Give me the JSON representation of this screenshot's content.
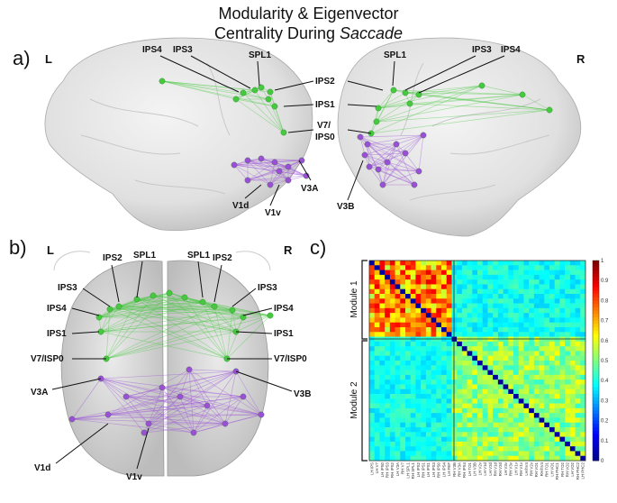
{
  "title": {
    "line1": "Modularity & Eigenvector",
    "line2_plain": "Centrality During ",
    "line2_italic": "Saccade"
  },
  "panels": {
    "a": "a)",
    "b": "b)",
    "c": "c)"
  },
  "sides": {
    "left": "L",
    "right": "R"
  },
  "panel_a": {
    "left_labels": [
      "IPS4",
      "IPS3",
      "SPL1",
      "IPS2",
      "IPS1",
      "V7/",
      "IPS0",
      "V3A",
      "V1d",
      "V1v"
    ],
    "right_labels": [
      "SPL1",
      "IPS3",
      "IPS4",
      "V3B"
    ]
  },
  "panel_b": {
    "left_labels": [
      "IPS2",
      "SPL1",
      "IPS3",
      "IPS4",
      "IPS1",
      "V7/ISP0",
      "V3A",
      "V1d",
      "V1v"
    ],
    "right_labels": [
      "SPL1",
      "IPS2",
      "IPS3",
      "IPS4",
      "IPS1",
      "V7/ISP0",
      "V3B"
    ]
  },
  "panel_c": {
    "module_labels": [
      "Module 1",
      "Module 2"
    ],
    "colorbar_ticks": [
      "1",
      "0.9",
      "0.8",
      "0.7",
      "0.6",
      "0.5",
      "0.4",
      "0.3",
      "0.2",
      "0.1",
      "0"
    ],
    "region_labels": [
      "LH IPS",
      "LH V7",
      "LH IPS0",
      "RH IPS3",
      "RH IPS2",
      "LH V3A",
      "RH V7",
      "LH SPL1",
      "RH SPL1",
      "LH IPS2",
      "RH IPS1",
      "LH IPS1",
      "LH IPS3",
      "RH IPS0",
      "LH IPS4",
      "LH FEF",
      "RH V3B",
      "RH V3A",
      "RH IPS4",
      "LH TO1",
      "LH V3B",
      "LH V2v",
      "LH V1d",
      "LH V2d",
      "RH V1d",
      "RH V2d",
      "LH V3v",
      "RH V3v",
      "LH V1v",
      "RH V1v",
      "LH hV4",
      "RH V2v",
      "RH VO1",
      "RH hV4",
      "RH TO1",
      "LH VO1",
      "RH PHC1",
      "RH TO2",
      "RH VO2",
      "LH VO2",
      "RH PHC2",
      "LH PHC2"
    ]
  },
  "colors": {
    "module1": "#46c840",
    "module2": "#9b4fd6"
  }
}
